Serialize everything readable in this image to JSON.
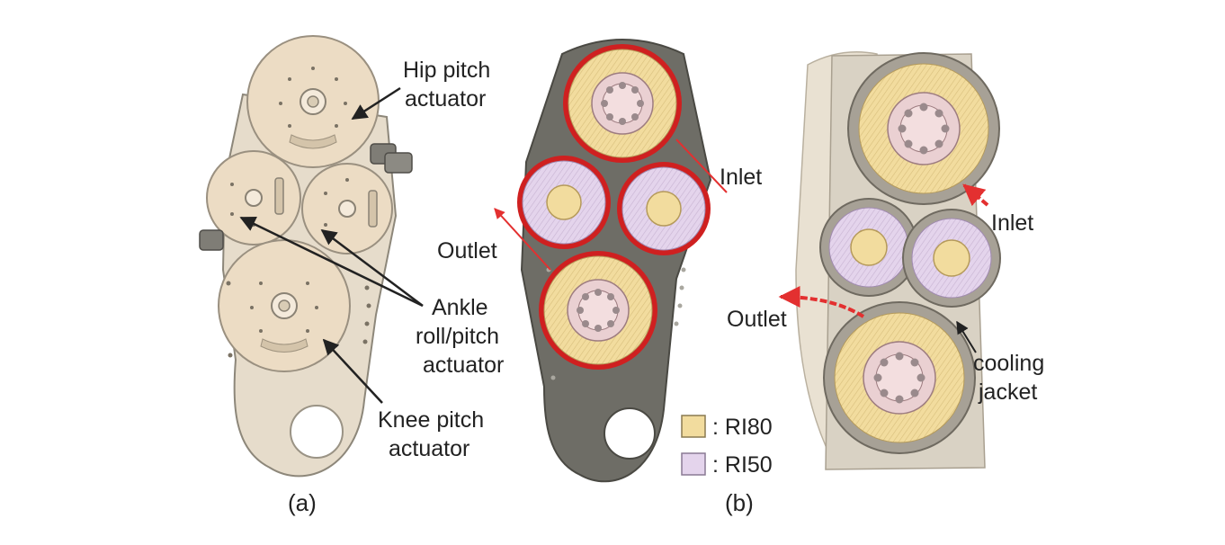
{
  "panel_a": {
    "caption": "(a)",
    "labels": {
      "hip_line1": "Hip pitch",
      "hip_line2": "actuator",
      "ankle_line1": "Ankle",
      "ankle_line2": "roll/pitch",
      "ankle_line3": "actuator",
      "knee_line1": "Knee pitch",
      "knee_line2": "actuator"
    }
  },
  "panel_b": {
    "caption": "(b)",
    "labels": {
      "inlet": "Inlet",
      "outlet": "Outlet",
      "inlet_3d": "Inlet",
      "outlet_3d": "Outlet",
      "cooling_line1": "cooling",
      "cooling_line2": "jacket"
    },
    "legend": [
      {
        "label": ": RI80",
        "color": "#f2dc9e"
      },
      {
        "label": ": RI50",
        "color": "#e4d4ec"
      }
    ]
  },
  "colors": {
    "housing_tan": "#ece2cf",
    "disc_beige": "#ecdcc4",
    "frame_dark": "#6e6d66",
    "coil_red": "#cf2020",
    "ring_pink": "#ead0d2",
    "arrow_red": "#e33030"
  }
}
